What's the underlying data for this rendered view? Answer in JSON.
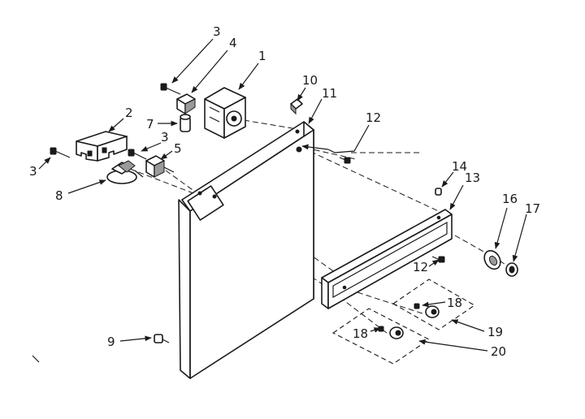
{
  "callouts": {
    "c1": "1",
    "c2": "2",
    "c3a": "3",
    "c3b": "3",
    "c3c": "3",
    "c4": "4",
    "c5": "5",
    "c7": "7",
    "c8": "8",
    "c9": "9",
    "c10": "10",
    "c11": "11",
    "c12a": "12",
    "c12b": "12",
    "c13": "13",
    "c14": "14",
    "c16": "16",
    "c17": "17",
    "c18a": "18",
    "c18b": "18",
    "c19": "19",
    "c20": "20"
  }
}
